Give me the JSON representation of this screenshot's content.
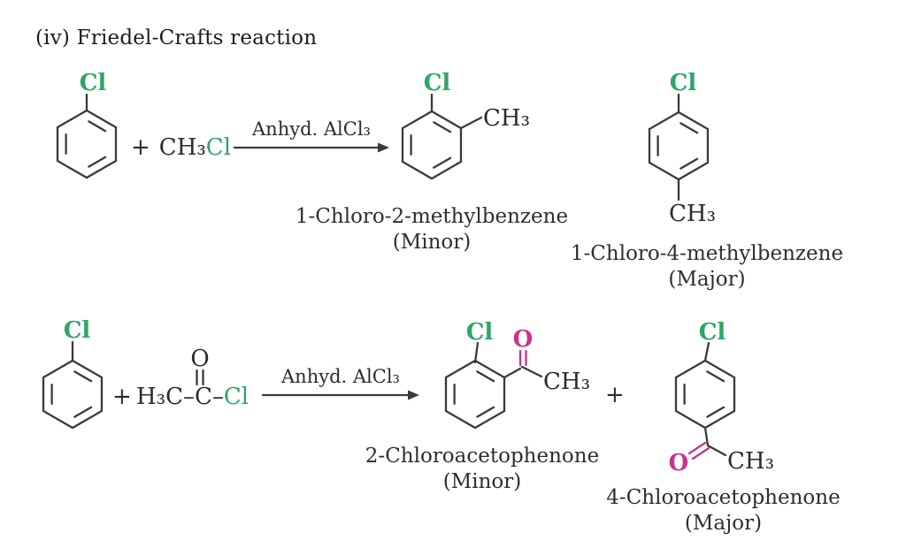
{
  "title": "(iv) Friedel-Crafts reaction",
  "colors": {
    "chlorine": "#2fa566",
    "oxygen": "#c5338f",
    "bond": "#3a3a3a",
    "ink": "#2b2b2b",
    "label": "#2e2e2e",
    "background": "#ffffff"
  },
  "atoms": {
    "cl": "Cl",
    "o": "O",
    "ch3": "CH₃",
    "h3c": "H₃C",
    "c": "C",
    "dash": "–"
  },
  "reaction1": {
    "plus": "+",
    "methyl_chloride": {
      "ch3": "CH₃",
      "cl": "Cl"
    },
    "condition": "Anhyd. AlCl₃",
    "ortho_product": {
      "name": "1-Chloro-2-methylbenzene",
      "amount": "(Minor)"
    },
    "para_product": {
      "name": "1-Chloro-4-methylbenzene",
      "amount": "(Major)"
    }
  },
  "reaction2": {
    "plus_reagent": "+",
    "condition": "Anhyd. AlCl₃",
    "plus_products": "+",
    "ortho_product": {
      "name": "2-Chloroacetophenone",
      "amount": "(Minor)"
    },
    "para_product": {
      "name": "4-Chloroacetophenone",
      "amount": "(Major)"
    }
  }
}
